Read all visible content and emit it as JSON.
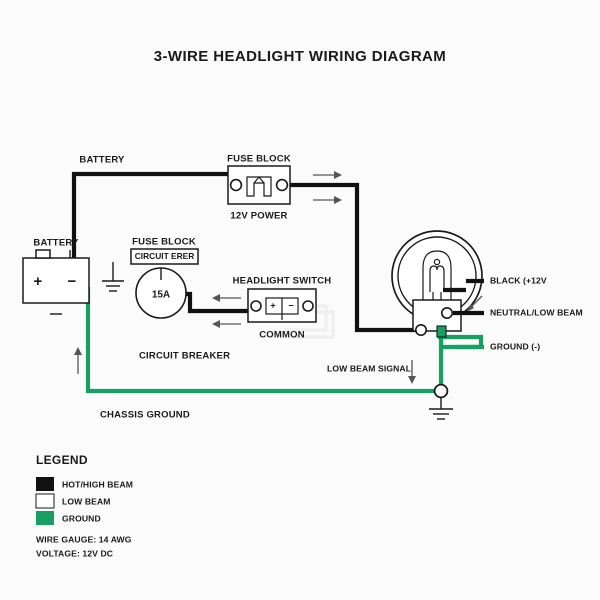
{
  "page": {
    "title": "3-WIRE HEADLIGHT WIRING DIAGRAM",
    "background_color": "#fbfbfb"
  },
  "colors": {
    "wire_hot": "#111111",
    "wire_low_beam": "#efefef",
    "wire_ground": "#16a163",
    "outline": "#1a1a1a"
  },
  "components": {
    "battery": {
      "label": "BATTERY",
      "plus": "+",
      "minus": "−"
    },
    "battery_wire_label": "BATTERY",
    "fuse_block_top": {
      "label": "FUSE BLOCK",
      "sublabel": "12V POWER"
    },
    "fuse_block_breaker": {
      "label": "FUSE BLOCK",
      "box_label": "CIRCUIT ERER",
      "rating": "15A",
      "caption": "CIRCUIT BREAKER"
    },
    "headlight_switch": {
      "label": "HEADLIGHT SWITCH",
      "sublabel": "COMMON",
      "plus": "+",
      "minus": "−"
    },
    "headlight": {
      "terminal_black": "BLACK (+12V",
      "terminal_neutral": "NEUTRAL/LOW BEAM",
      "terminal_ground": "GROUND (-)"
    },
    "chassis_ground_label": "CHASSIS GROUND",
    "low_beam_signal_label": "LOW BEAM SIGNAL"
  },
  "legend": {
    "title": "LEGEND",
    "items": [
      {
        "label": "HOT/HIGH BEAM",
        "color": "#111111"
      },
      {
        "label": "LOW BEAM",
        "color": "#ffffff"
      },
      {
        "label": "GROUND",
        "color": "#16a163"
      }
    ],
    "notes": [
      "WIRE GAUGE: 14 AWG",
      "VOLTAGE: 12V DC"
    ]
  }
}
